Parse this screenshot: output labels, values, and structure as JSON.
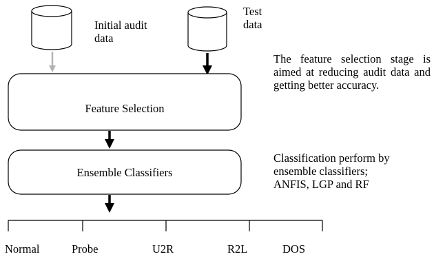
{
  "sources": {
    "initial": {
      "label_line1": "Initial audit",
      "label_line2": "data"
    },
    "test": {
      "label_line1": "Test",
      "label_line2": "data"
    }
  },
  "stages": {
    "feature_selection": "Feature Selection",
    "ensemble": "Ensemble Classifiers"
  },
  "descriptions": {
    "feature_selection": "The feature selection stage is aimed at reducing audit data and getting better accuracy.",
    "classification_line1": "Classification perform by",
    "classification_line2": "ensemble classifiers;",
    "classification_line3": "ANFIS, LGP and RF"
  },
  "categories": [
    "Normal",
    "Probe",
    "U2R",
    "R2L",
    "DOS"
  ],
  "colors": {
    "stroke": "#000000",
    "initial_arrow": "#b3b3b3"
  }
}
